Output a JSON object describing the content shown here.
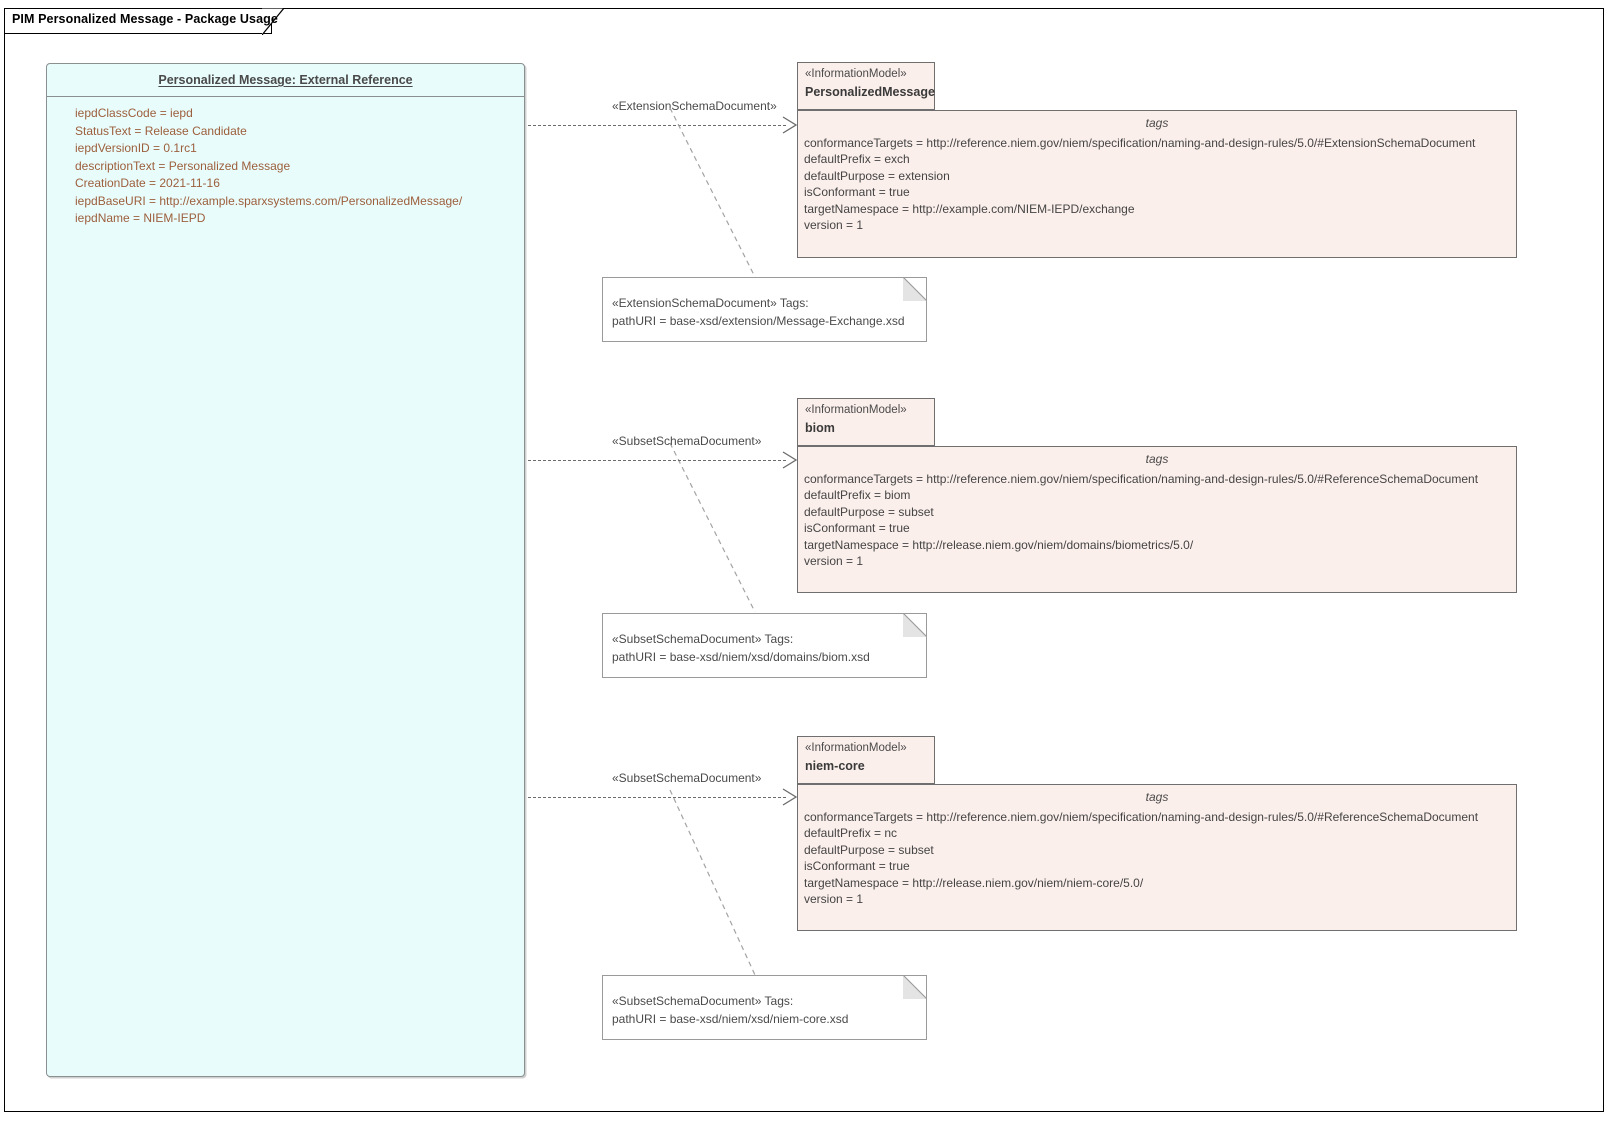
{
  "diagram": {
    "package_title": "PIM Personalized Message - Package Usage",
    "colors": {
      "package_fill": "#e9fcfc",
      "information_model_fill": "#fbefeb",
      "attribute_text": "#9c5f3c",
      "tag_text": "#444444",
      "note_fill": "#ffffff",
      "border": "#6f6f6f"
    }
  },
  "iepd_class": {
    "name": "Personalized Message: External Reference",
    "attributes": [
      "iepdClassCode = iepd",
      "StatusText = Release Candidate",
      "iepdVersionID = 0.1rc1",
      "descriptionText = Personalized Message",
      "CreationDate = 2021-11-16",
      "iepdBaseURI = http://example.sparxsystems.com/PersonalizedMessage/",
      "iepdName = NIEM-IEPD"
    ]
  },
  "information_models": [
    {
      "stereotype": "«InformationModel»",
      "name": "PersonalizedMessage",
      "tags_label": "tags",
      "tags": [
        "conformanceTargets = http://reference.niem.gov/niem/specification/naming-and-design-rules/5.0/#ExtensionSchemaDocument",
        "defaultPrefix = exch",
        "defaultPurpose = extension",
        "isConformant = true",
        "targetNamespace = http://example.com/NIEM-IEPD/exchange",
        "version = 1"
      ],
      "dependency_label": "«ExtensionSchemaDocument»",
      "note": {
        "heading": "«ExtensionSchemaDocument» Tags:",
        "line": "pathURI = base-xsd/extension/Message-Exchange.xsd"
      }
    },
    {
      "stereotype": "«InformationModel»",
      "name": "biom",
      "tags_label": "tags",
      "tags": [
        "conformanceTargets = http://reference.niem.gov/niem/specification/naming-and-design-rules/5.0/#ReferenceSchemaDocument",
        "defaultPrefix = biom",
        "defaultPurpose = subset",
        "isConformant = true",
        "targetNamespace = http://release.niem.gov/niem/domains/biometrics/5.0/",
        "version = 1"
      ],
      "dependency_label": "«SubsetSchemaDocument»",
      "note": {
        "heading": "«SubsetSchemaDocument» Tags:",
        "line": "pathURI = base-xsd/niem/xsd/domains/biom.xsd"
      }
    },
    {
      "stereotype": "«InformationModel»",
      "name": "niem-core",
      "tags_label": "tags",
      "tags": [
        "conformanceTargets = http://reference.niem.gov/niem/specification/naming-and-design-rules/5.0/#ReferenceSchemaDocument",
        "defaultPrefix = nc",
        "defaultPurpose = subset",
        "isConformant = true",
        "targetNamespace = http://release.niem.gov/niem/niem-core/5.0/",
        "version = 1"
      ],
      "dependency_label": "«SubsetSchemaDocument»",
      "note": {
        "heading": "«SubsetSchemaDocument» Tags:",
        "line": "pathURI = base-xsd/niem/xsd/niem-core.xsd"
      }
    }
  ]
}
